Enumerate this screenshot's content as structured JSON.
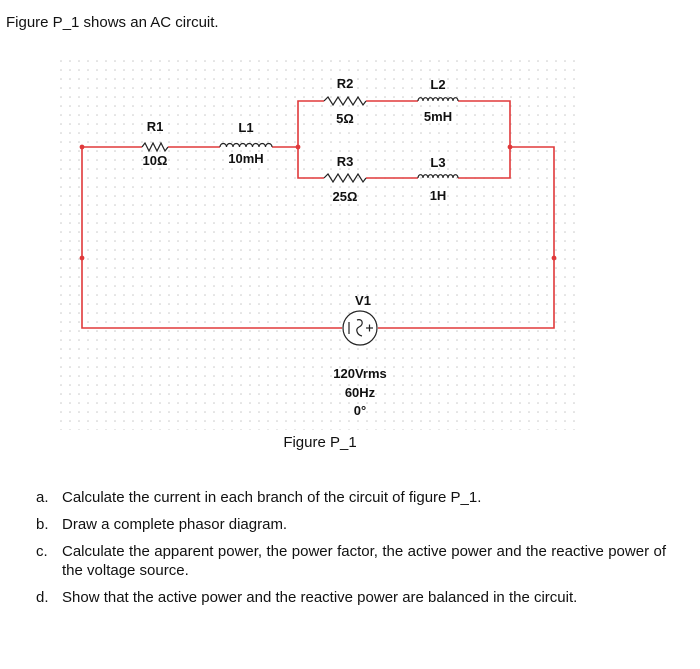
{
  "intro": "Figure P_1 shows an AC circuit.",
  "circuit": {
    "wire_color": "#e0393a",
    "components": {
      "r1": {
        "name": "R1",
        "value": "10Ω"
      },
      "l1": {
        "name": "L1",
        "value": "10mH"
      },
      "r2": {
        "name": "R2",
        "value": "5Ω"
      },
      "l2": {
        "name": "L2",
        "value": "5mH"
      },
      "r3": {
        "name": "R3",
        "value": "25Ω"
      },
      "l3": {
        "name": "L3",
        "value": "1H"
      },
      "v1": {
        "name": "V1",
        "voltage": "120Vrms",
        "frequency": "60Hz",
        "phase": "0°"
      }
    }
  },
  "caption": "Figure P_1",
  "questions": [
    {
      "letter": "a.",
      "text": "Calculate the current in each branch of the circuit of figure P_1."
    },
    {
      "letter": "b.",
      "text": "Draw a complete phasor diagram."
    },
    {
      "letter": "c.",
      "text": "Calculate the apparent power, the power factor, the active power and the reactive power of the voltage source."
    },
    {
      "letter": "d.",
      "text": "Show that the active power and the reactive power are balanced in the circuit."
    }
  ]
}
